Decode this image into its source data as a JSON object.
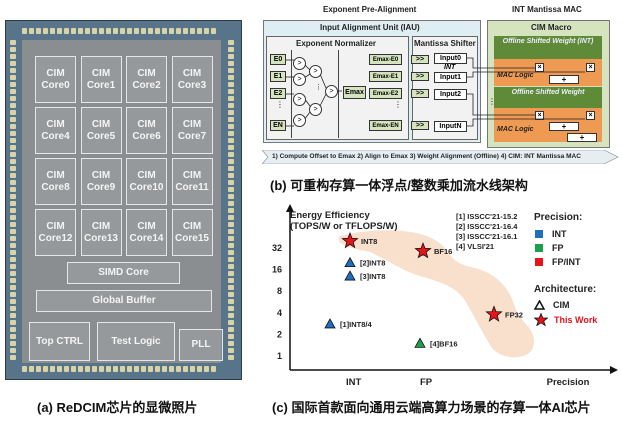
{
  "panel_a": {
    "caption": "(a) ReDCIM芯片的显微照片",
    "cores": [
      {
        "line1": "CIM",
        "line2": "Core0"
      },
      {
        "line1": "CIM",
        "line2": "Core1"
      },
      {
        "line1": "CIM",
        "line2": "Core2"
      },
      {
        "line1": "CIM",
        "line2": "Core3"
      },
      {
        "line1": "CIM",
        "line2": "Core4"
      },
      {
        "line1": "CIM",
        "line2": "Core5"
      },
      {
        "line1": "CIM",
        "line2": "Core6"
      },
      {
        "line1": "CIM",
        "line2": "Core7"
      },
      {
        "line1": "CIM",
        "line2": "Core8"
      },
      {
        "line1": "CIM",
        "line2": "Core9"
      },
      {
        "line1": "CIM",
        "line2": "Core10"
      },
      {
        "line1": "CIM",
        "line2": "Core11"
      },
      {
        "line1": "CIM",
        "line2": "Core12"
      },
      {
        "line1": "CIM",
        "line2": "Core13"
      },
      {
        "line1": "CIM",
        "line2": "Core14"
      },
      {
        "line1": "CIM",
        "line2": "Core15"
      }
    ],
    "simd": "SIMD Core",
    "buffer": "Global Buffer",
    "top_ctrl": "Top CTRL",
    "test_logic": "Test Logic",
    "pll": "PLL"
  },
  "panel_b": {
    "caption": "(b) 可重构存算一体浮点/整数乘加流水线架构",
    "left_title": "Exponent Pre-Alignment",
    "right_title": "INT Mantissa MAC",
    "iau_title": "Input Alignment Unit (IAU)",
    "normalizer_title": "Exponent Normalizer",
    "shifter_title": "Mantissa Shifter",
    "cim_macro_title": "CIM Macro",
    "exponents": [
      "E0",
      "E1",
      "E2",
      "EN"
    ],
    "compare_symbol": ">",
    "emax": "Emax",
    "offsets": [
      "Emax-E0",
      "Emax-E1",
      "Emax-E2",
      "Emax-EN"
    ],
    "shift_symbol": ">>",
    "inputs": [
      "Input0",
      "Input1",
      "Input2",
      "InputN"
    ],
    "int_label": "INT",
    "weight_int": "Offline Shifted Weight (INT)",
    "weight": "Offline Shifted Weight",
    "mac_logic": "MAC Logic",
    "mul_symbol": "×",
    "add_symbol": "+",
    "pipeline_steps": "1) Compute Offset to Emax  2) Align to Emax  3) Weight Alignment (Offline)  4) CIM: INT Mantissa MAC",
    "vdots": "⋮"
  },
  "panel_c": {
    "caption": "(c) 国际首款面向通用云端高算力场景的存算一体AI芯片",
    "references": [
      "[1] ISSCC'21-15.2",
      "[2] ISSCC'21-16.4",
      "[3] ISSCC'21-16.1",
      "[4] VLSI'21"
    ],
    "legend_precision_title": "Precision:",
    "legend_precision": [
      {
        "label": "INT",
        "color": "#1f6fc1"
      },
      {
        "label": "FP",
        "color": "#1aa04a"
      },
      {
        "label": "FP/INT",
        "color": "#e8141c"
      }
    ],
    "legend_arch_title": "Architecture:",
    "legend_arch": [
      {
        "label": "CIM",
        "symbol": "triangle-outline"
      },
      {
        "label": "This Work",
        "symbol": "red-star",
        "color": "#e8141c"
      }
    ]
  },
  "chart_data": {
    "type": "scatter",
    "title": "",
    "ylabel": "Energy Efficiency (TOPS/W or TFLOPS/W)",
    "xlabel": "Precision",
    "x_categories": [
      "INT",
      "FP"
    ],
    "y_scale": "log2",
    "y_ticks": [
      1,
      2,
      4,
      8,
      16,
      32
    ],
    "points": [
      {
        "label": "INT8",
        "x": "INT",
        "y": 40,
        "marker": "star",
        "color": "#e8141c",
        "series": "This Work"
      },
      {
        "label": "BF16",
        "x": "FP",
        "y": 29,
        "marker": "star",
        "color": "#e8141c",
        "series": "This Work"
      },
      {
        "label": "FP32",
        "x": "Precision",
        "y": 3.8,
        "marker": "star",
        "color": "#e8141c",
        "series": "This Work"
      },
      {
        "label": "[2]INT8",
        "x": "INT",
        "y": 20,
        "marker": "triangle",
        "color": "#1f6fc1",
        "series": "CIM"
      },
      {
        "label": "[3]INT8",
        "x": "INT",
        "y": 13,
        "marker": "triangle",
        "color": "#1f6fc1",
        "series": "CIM"
      },
      {
        "label": "[1]INT8/4",
        "x": "INT",
        "y": 2.8,
        "marker": "triangle",
        "color": "#1f6fc1",
        "series": "CIM"
      },
      {
        "label": "[4]BF16",
        "x": "FP",
        "y": 1.5,
        "marker": "triangle",
        "color": "#1aa04a",
        "series": "CIM"
      }
    ],
    "highlight_band_color": "#f8e0cc"
  }
}
